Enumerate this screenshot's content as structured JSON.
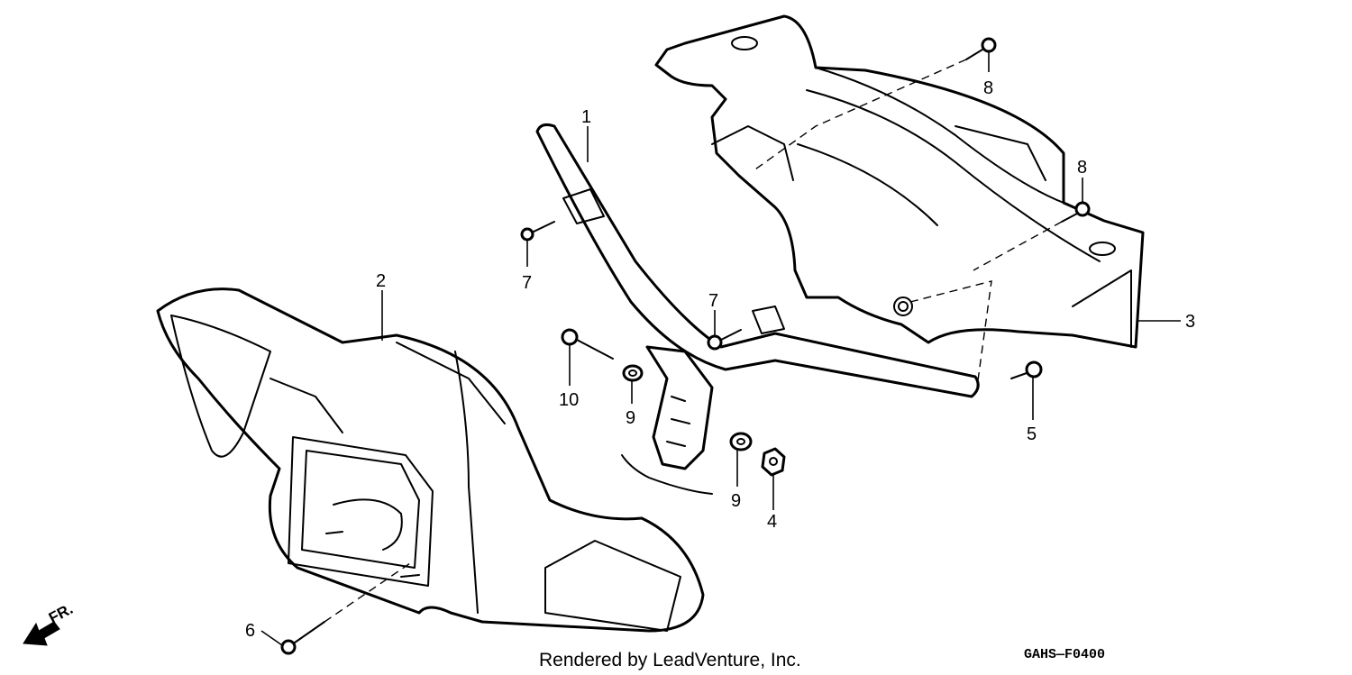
{
  "callouts": {
    "c1": "1",
    "c2": "2",
    "c3": "3",
    "c4": "4",
    "c5": "5",
    "c6": "6",
    "c7a": "7",
    "c7b": "7",
    "c8a": "8",
    "c8b": "8",
    "c9a": "9",
    "c9b": "9",
    "c10": "10"
  },
  "direction_label": "FR.",
  "footer": {
    "credit": "Rendered by LeadVenture, Inc.",
    "diagram_code": "GAHS—F0400"
  }
}
